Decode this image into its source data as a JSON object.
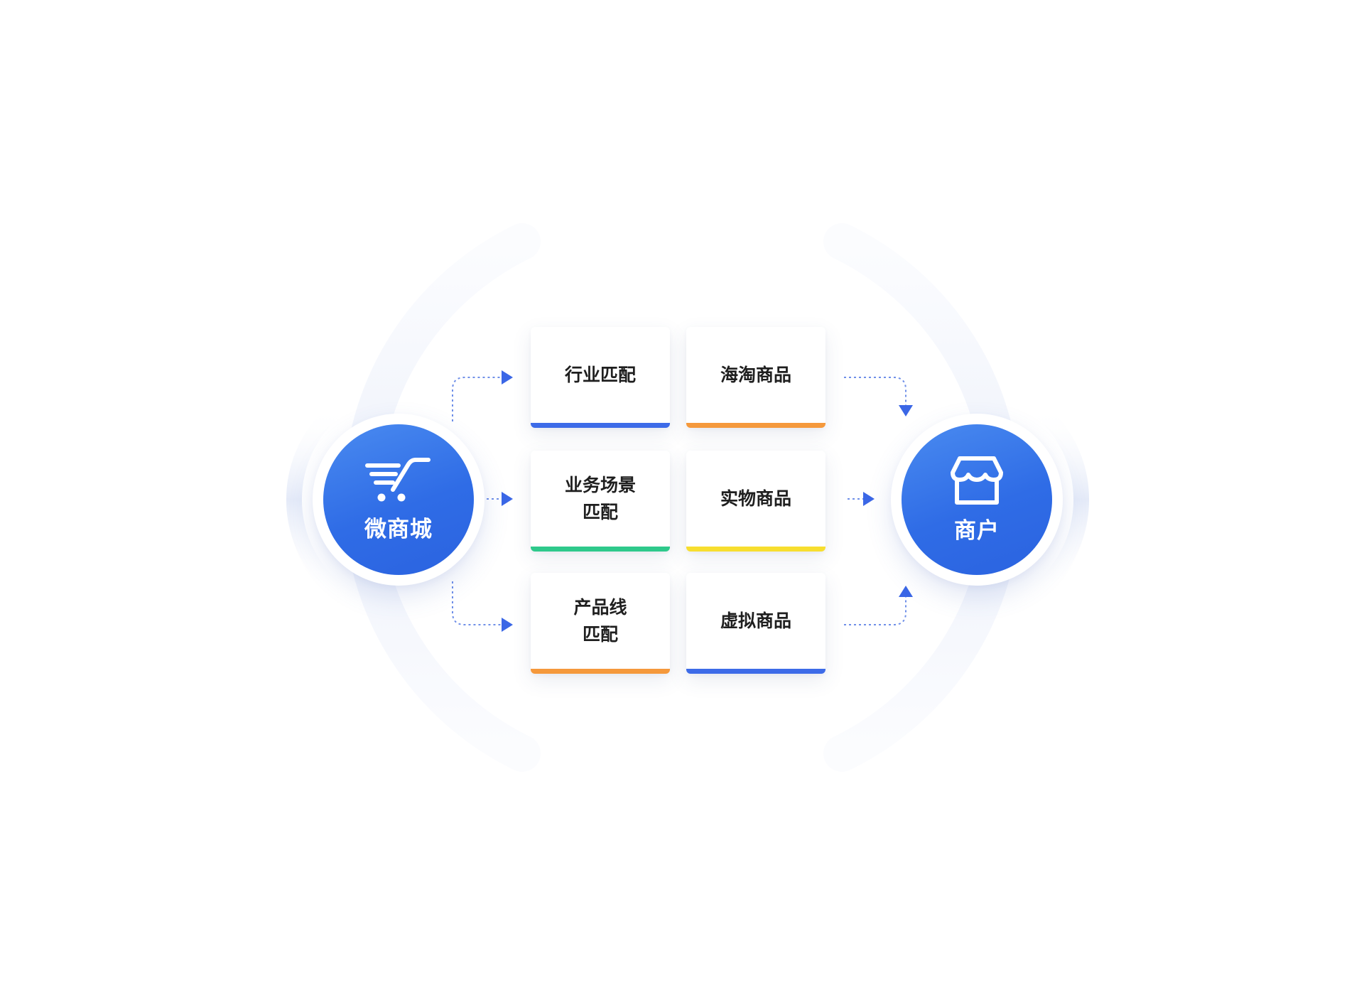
{
  "left_hub": {
    "label": "微商城",
    "icon": "cart-check-icon",
    "color": "#2f6ce6"
  },
  "right_hub": {
    "label": "商户",
    "icon": "store-icon",
    "color": "#2f6ce6"
  },
  "cards": [
    {
      "label": "行业匹配",
      "bar_color": "#3d6be8"
    },
    {
      "label": "海淘商品",
      "bar_color": "#f5993c"
    },
    {
      "label": "业务场景\n匹配",
      "bar_color": "#2ec98b"
    },
    {
      "label": "实物商品",
      "bar_color": "#f7de2f"
    },
    {
      "label": "产品线\n匹配",
      "bar_color": "#f5993c"
    },
    {
      "label": "虚拟商品",
      "bar_color": "#3d6be8"
    }
  ],
  "colors": {
    "arrow": "#3b67e6",
    "ring": "#e9eef9",
    "ring_fade": "#f3f6fc"
  }
}
